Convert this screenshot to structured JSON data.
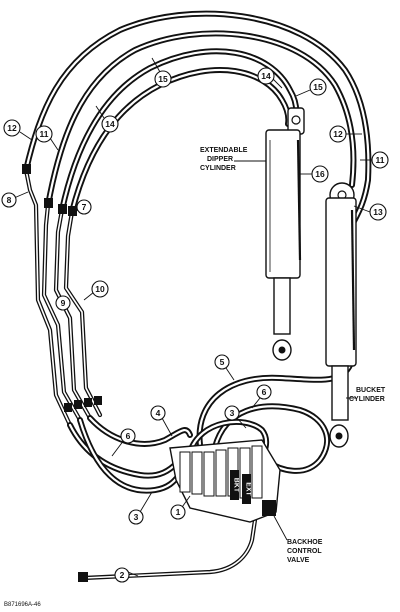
{
  "title_lines": [
    "EXTENDABLE",
    "DIPPER",
    "CYLINDER"
  ],
  "bucket_cylinder_lines": [
    "BUCKET",
    "CYLINDER"
  ],
  "control_valve_lines": [
    "BACKHOE",
    "CONTROL",
    "VALVE"
  ],
  "valve_section_labels": [
    "BKT",
    "EXT"
  ],
  "callouts": [
    "1",
    "2",
    "3",
    "3",
    "4",
    "5",
    "6",
    "6",
    "7",
    "8",
    "9",
    "10",
    "11",
    "11",
    "12",
    "12",
    "13",
    "14",
    "14",
    "15",
    "15",
    "16"
  ],
  "reference_code": "B871696A-46"
}
